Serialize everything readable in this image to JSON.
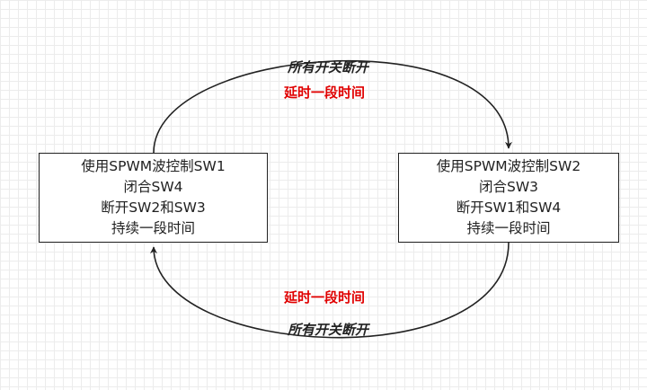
{
  "states": {
    "left": {
      "lines": [
        "使用SPWM波控制SW1",
        "闭合SW4",
        "断开SW2和SW3",
        "持续一段时间"
      ]
    },
    "right": {
      "lines": [
        "使用SPWM波控制SW2",
        "闭合SW3",
        "断开SW1和SW4",
        "持续一段时间"
      ]
    }
  },
  "transitions": {
    "top": {
      "condition": "所有开关断开",
      "action": "延时一段时间"
    },
    "bottom": {
      "condition": "所有开关断开",
      "action": "延时一段时间"
    }
  },
  "colors": {
    "action_text": "#e00000",
    "stroke": "#222222",
    "grid": "#ececec"
  }
}
